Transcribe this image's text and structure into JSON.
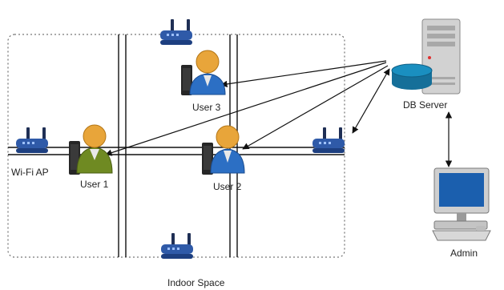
{
  "labels": {
    "wifi_ap": "Wi-Fi AP",
    "user1": "User 1",
    "user2": "User 2",
    "user3": "User 3",
    "db_server": "DB Server",
    "admin": "Admin",
    "indoor_space": "Indoor Space"
  },
  "colors": {
    "router_blue": "#2f5aa8",
    "person_head": "#e8a53a",
    "user1_body": "#6f8a22",
    "user_body_blue": "#2c6fc4",
    "server_gray": "#c8c8c8",
    "db_cyan": "#1a8fc0"
  },
  "icons": {
    "router": "wifi-router-icon",
    "user": "user-icon",
    "server": "server-icon",
    "database": "database-icon",
    "computer": "computer-icon"
  }
}
